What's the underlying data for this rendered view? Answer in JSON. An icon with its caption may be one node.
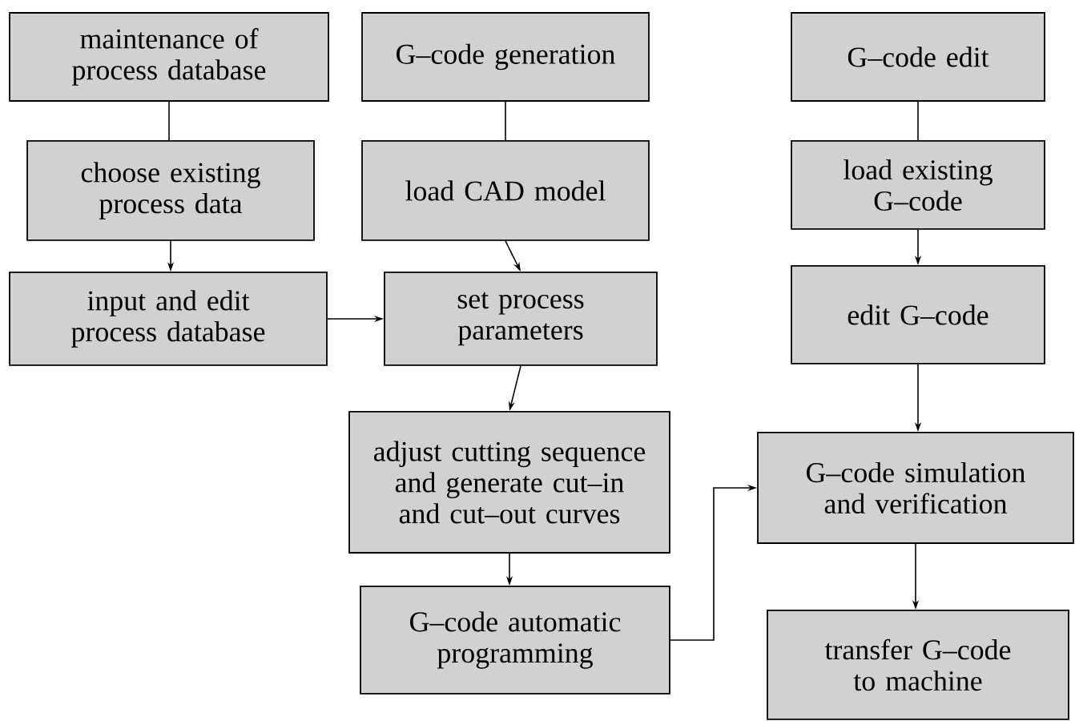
{
  "diagram": {
    "nodes": [
      {
        "text": [
          "maintenance of process database"
        ]
      },
      {
        "text": [
          "choose existing process data"
        ]
      },
      {
        "text": [
          "input and edit process database"
        ]
      },
      {
        "text": [
          "G–code generation"
        ]
      },
      {
        "text": [
          "load CAD model"
        ]
      },
      {
        "text": [
          "set process parameters"
        ]
      },
      {
        "text": [
          "adjust cutting sequence and generate cut–in and cut–out curves"
        ]
      },
      {
        "text": [
          "G–code automatic programming"
        ]
      },
      {
        "text": [
          "G–code edit"
        ]
      },
      {
        "text": [
          "load existing G–code"
        ]
      },
      {
        "text": [
          "edit G–code"
        ]
      },
      {
        "text": [
          "G–code simulation and verification"
        ]
      },
      {
        "text": [
          "transfer G–code to machine"
        ]
      }
    ],
    "edges": [
      {
        "from": 0,
        "to": 1,
        "arrow": "none"
      },
      {
        "from": 1,
        "to": 2,
        "arrow": "to"
      },
      {
        "from": 2,
        "to": 5,
        "arrow": "to"
      },
      {
        "from": 3,
        "to": 4,
        "arrow": "none"
      },
      {
        "from": 4,
        "to": 5,
        "arrow": "to"
      },
      {
        "from": 5,
        "to": 6,
        "arrow": "to"
      },
      {
        "from": 6,
        "to": 7,
        "arrow": "to"
      },
      {
        "from": 7,
        "to": 11,
        "arrow": "to"
      },
      {
        "from": 8,
        "to": 9,
        "arrow": "none"
      },
      {
        "from": 9,
        "to": 10,
        "arrow": "to"
      },
      {
        "from": 10,
        "to": 11,
        "arrow": "to"
      },
      {
        "from": 11,
        "to": 12,
        "arrow": "to"
      }
    ]
  }
}
